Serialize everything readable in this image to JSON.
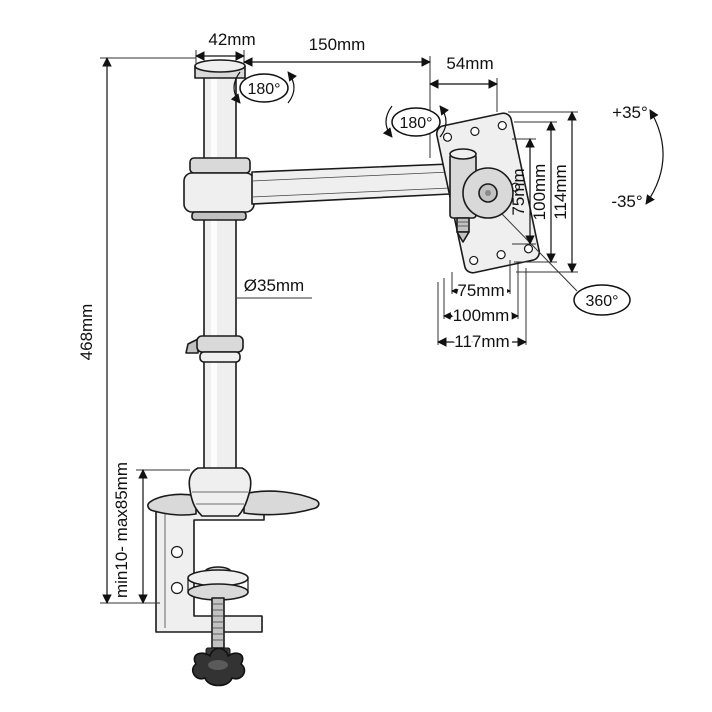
{
  "diagram": {
    "type": "technical-drawing",
    "subject": "single-monitor-desk-mount-arm-with-clamp",
    "colors": {
      "background": "#ffffff",
      "line": "#1a1a1a",
      "metal_light": "#efefef",
      "metal_mid": "#d9d9d9",
      "knob_dark": "#333333"
    },
    "labels": {
      "top_cap_width": "42mm",
      "arm_length": "150mm",
      "arm_end_offset": "54mm",
      "pole_rotation": "180°",
      "joint_rotation": "180°",
      "tilt_up": "+35°",
      "tilt_down": "-35°",
      "vesa_rotation": "360°",
      "vesa_vertical_75": "75mm",
      "vesa_vertical_100": "100mm",
      "plate_height": "114mm",
      "vesa_horizontal_75": "75mm",
      "vesa_horizontal_100": "100mm",
      "plate_width": "117mm",
      "pole_diameter": "Ø35mm",
      "pole_height": "468mm",
      "clamp_range": "min10- max85mm"
    }
  }
}
